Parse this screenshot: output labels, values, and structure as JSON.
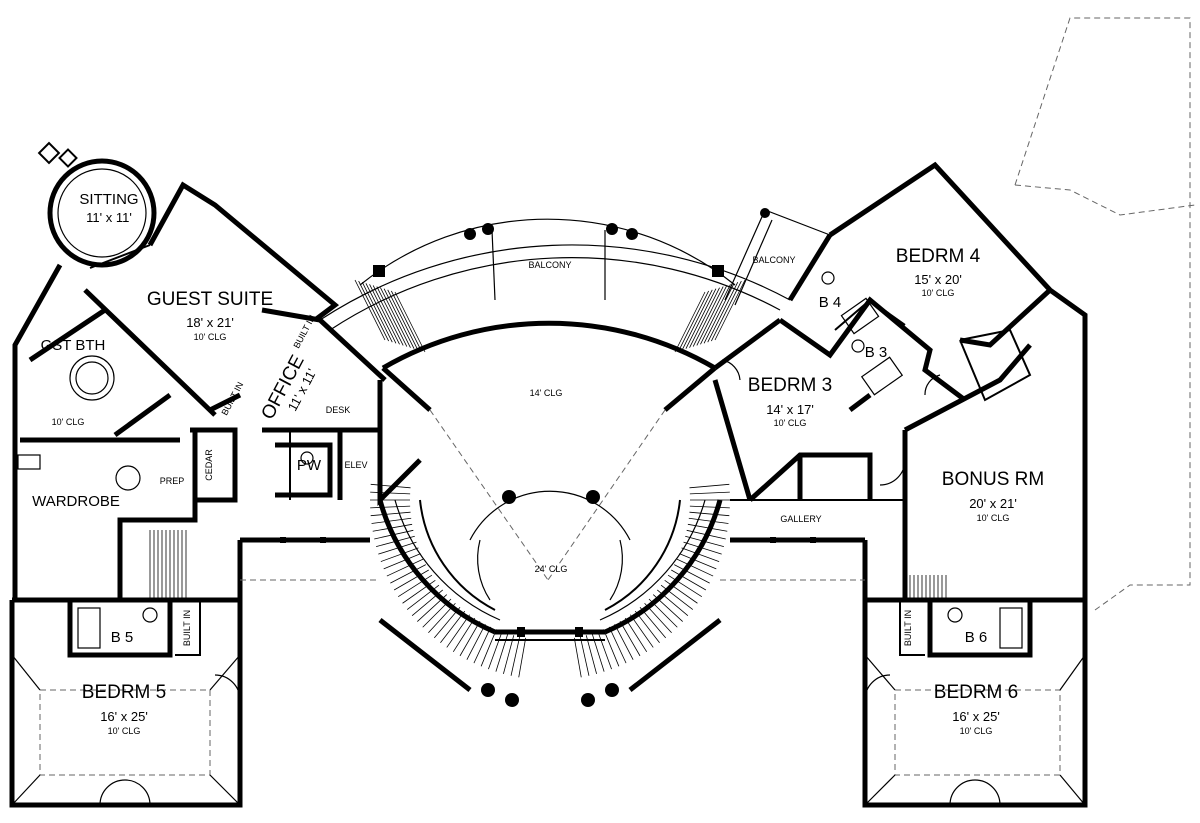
{
  "rooms": {
    "sitting": {
      "name": "SITTING",
      "dim": "11' x 11'"
    },
    "guest_suite": {
      "name": "GUEST SUITE",
      "dim": "18' x 21'",
      "clg": "10' CLG"
    },
    "gst_bth": {
      "name": "GST BTH",
      "clg": "10' CLG"
    },
    "office": {
      "name": "OFFICE",
      "dim": "11' x 11'"
    },
    "wardrobe": {
      "name": "WARDROBE"
    },
    "bedrm5": {
      "name": "BEDRM 5",
      "dim": "16' x 25'",
      "clg": "10' CLG"
    },
    "bedrm6": {
      "name": "BEDRM 6",
      "dim": "16' x 25'",
      "clg": "10' CLG"
    },
    "bedrm3": {
      "name": "BEDRM 3",
      "dim": "14' x 17'",
      "clg": "10' CLG"
    },
    "bedrm4": {
      "name": "BEDRM 4",
      "dim": "15' x 20'",
      "clg": "10' CLG"
    },
    "bonus": {
      "name": "BONUS RM",
      "dim": "20' x 21'",
      "clg": "10' CLG"
    }
  },
  "labels": {
    "balcony_center": "BALCONY",
    "balcony_right": "BALCONY",
    "clg14": "14' CLG",
    "clg24": "24' CLG",
    "gallery": "GALLERY",
    "pw": "PW",
    "elev": "ELEV",
    "desk": "DESK",
    "prep": "PREP",
    "cedar": "CEDAR",
    "b3": "B 3",
    "b4": "B 4",
    "b5": "B 5",
    "b6": "B 6",
    "built_in_1": "BUILT IN",
    "built_in_2": "BUILT IN",
    "built_in_3": "BUILT IN",
    "built_in_4": "BUILT IN"
  }
}
